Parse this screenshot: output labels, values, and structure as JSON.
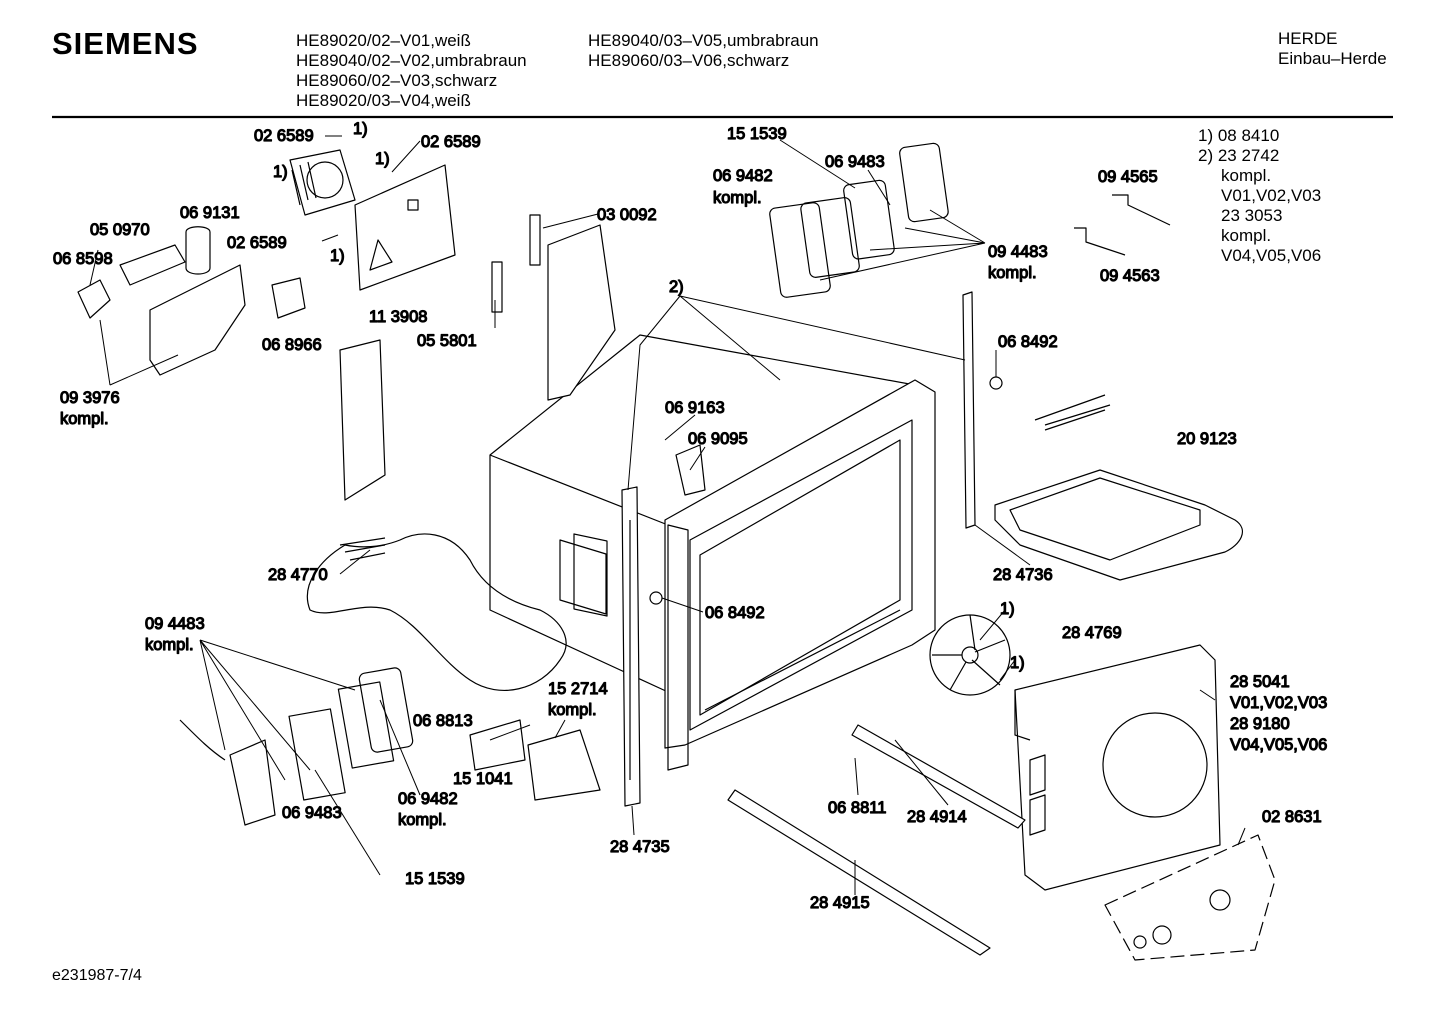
{
  "header": {
    "brand": "SIEMENS",
    "models_left": [
      "HE89020/02–V01,weiß",
      "HE89040/02–V02,umbrabraun",
      "HE89060/02–V03,schwarz",
      "HE89020/03–V04,weiß"
    ],
    "models_right": [
      "HE89040/03–V05,umbrabraun",
      "HE89060/03–V06,schwarz"
    ],
    "category": [
      "HERDE",
      "Einbau–Herde"
    ]
  },
  "footnotes": [
    "1)  08 8410",
    "2)  23 2742",
    "kompl.",
    "V01,V02,V03",
    "23 3053",
    "kompl.",
    "V04,V05,V06"
  ],
  "doc_ref": "e231987-7/4",
  "callouts": {
    "p026589_a": "02 6589",
    "p026589_b": "02 6589",
    "p026589_c": "02 6589",
    "fn1": "1)",
    "p050970": "05 0970",
    "p069131": "06 9131",
    "p068598": "06 8598",
    "p113908": "11 3908",
    "p068966": "06 8966",
    "p055801": "05 5801",
    "p030092": "03 0092",
    "p093976": "09 3976",
    "kompl": "kompl.",
    "p151539": "15 1539",
    "p069483": "06 9483",
    "p069482": "06 9482",
    "p094483": "09 4483",
    "p094565": "09 4565",
    "p094563": "09 4563",
    "fn2": "2)",
    "p068492": "06 8492",
    "p209123": "20 9123",
    "p069163": "06 9163",
    "p069095": "06 9095",
    "p284770": "28 4770",
    "p284736": "28 4736",
    "p284769": "28 4769",
    "p285041": "28 5041",
    "v010203": "V01,V02,V03",
    "p289180": "28 9180",
    "v040506": "V04,V05,V06",
    "p152714": "15 2714",
    "p068813": "06 8813",
    "p151041": "15 1041",
    "p284735": "28 4735",
    "p068811": "06 8811",
    "p284914": "28 4914",
    "p284915": "28 4915",
    "p028631": "02 8631"
  }
}
